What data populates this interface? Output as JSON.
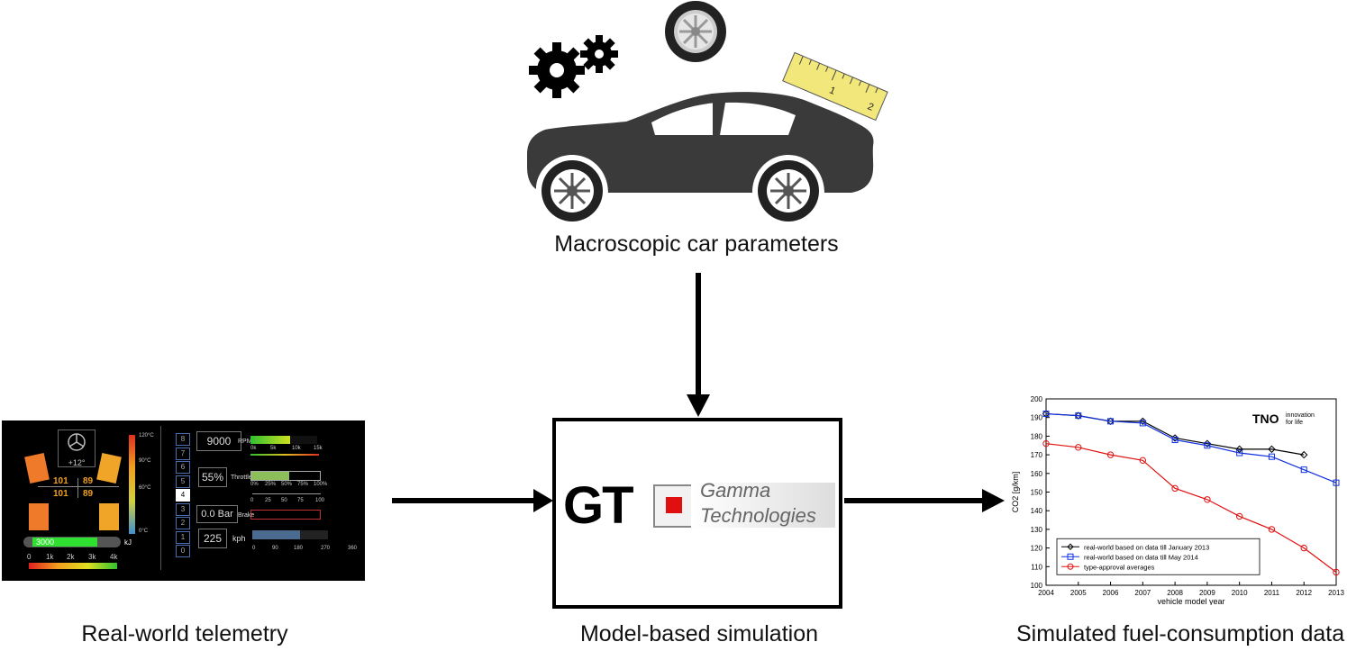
{
  "captions": {
    "car_params": "Macroscopic car parameters",
    "telemetry": "Real-world telemetry",
    "simulation": "Model-based simulation",
    "fuel_data": "Simulated fuel-consumption data"
  },
  "icons": [
    "gears-icon",
    "tyre-icon",
    "ruler-icon",
    "car-icon",
    "right-arrow-icon",
    "down-arrow-icon"
  ],
  "ruler": {
    "marks": [
      "1",
      "2"
    ]
  },
  "gt_logo": {
    "mark": "GT",
    "line1": "Gamma",
    "line2": "Technologies",
    "accent": "#e01010"
  },
  "dashboard": {
    "temp_display": "+12°",
    "temp_scale": [
      "120°C",
      "90°C",
      "60°C",
      "0°C"
    ],
    "tyre_temps": [
      "101",
      "89",
      "101",
      "89"
    ],
    "energy_value": "3000",
    "energy_unit": "kJ",
    "energy_ticks": [
      "0",
      "1k",
      "2k",
      "3k",
      "4k"
    ],
    "gears": [
      "8",
      "7",
      "6",
      "5",
      "4",
      "3",
      "2",
      "1",
      "0"
    ],
    "active_gear": "4",
    "rpm": {
      "value": "9000",
      "label": "RPM",
      "ticks": [
        "0k",
        "5k",
        "10k",
        "15k"
      ],
      "fraction": 0.6
    },
    "throttle": {
      "value": "55%",
      "label": "Throttle",
      "ticks": [
        "0%",
        "25%",
        "50%",
        "75%",
        "100%"
      ],
      "ticks2": [
        "0",
        "25",
        "50",
        "75",
        "100"
      ],
      "fraction": 0.55
    },
    "brake": {
      "value": "0.0 Bar",
      "label": "Brake",
      "fraction": 0.0
    },
    "speed": {
      "value": "225",
      "label": "kph",
      "ticks": [
        "0",
        "90",
        "180",
        "270",
        "360"
      ],
      "fraction": 0.625
    }
  },
  "chart_data": {
    "type": "line",
    "ylabel": "CO2 [g/km]",
    "xlabel": "vehicle model year",
    "ylim": [
      100,
      200
    ],
    "xlim": [
      2004,
      2013
    ],
    "x": [
      2004,
      2005,
      2006,
      2007,
      2008,
      2009,
      2010,
      2011,
      2012,
      2013
    ],
    "yticks": [
      100,
      110,
      120,
      130,
      140,
      150,
      160,
      170,
      180,
      190,
      200
    ],
    "logo": {
      "mark": "TNO",
      "tag1": "innovation",
      "tag2": "for life"
    },
    "legend_position": "bottom-left",
    "series": [
      {
        "name": "real-world based on data till January 2013",
        "color": "#000000",
        "marker": "diamond",
        "x": [
          2004,
          2005,
          2006,
          2007,
          2008,
          2009,
          2010,
          2011,
          2012
        ],
        "values": [
          192,
          191,
          188,
          188,
          179,
          176,
          173,
          173,
          170
        ]
      },
      {
        "name": "real-world based on data till May 2014",
        "color": "#1030e0",
        "marker": "square",
        "x": [
          2004,
          2005,
          2006,
          2007,
          2008,
          2009,
          2010,
          2011,
          2012,
          2013
        ],
        "values": [
          192,
          191,
          188,
          187,
          178,
          175,
          171,
          169,
          162,
          155
        ]
      },
      {
        "name": "type-approval averages",
        "color": "#e01010",
        "marker": "circle",
        "x": [
          2004,
          2005,
          2006,
          2007,
          2008,
          2009,
          2010,
          2011,
          2012,
          2013
        ],
        "values": [
          176,
          174,
          170,
          167,
          152,
          146,
          137,
          130,
          120,
          107
        ]
      }
    ]
  }
}
